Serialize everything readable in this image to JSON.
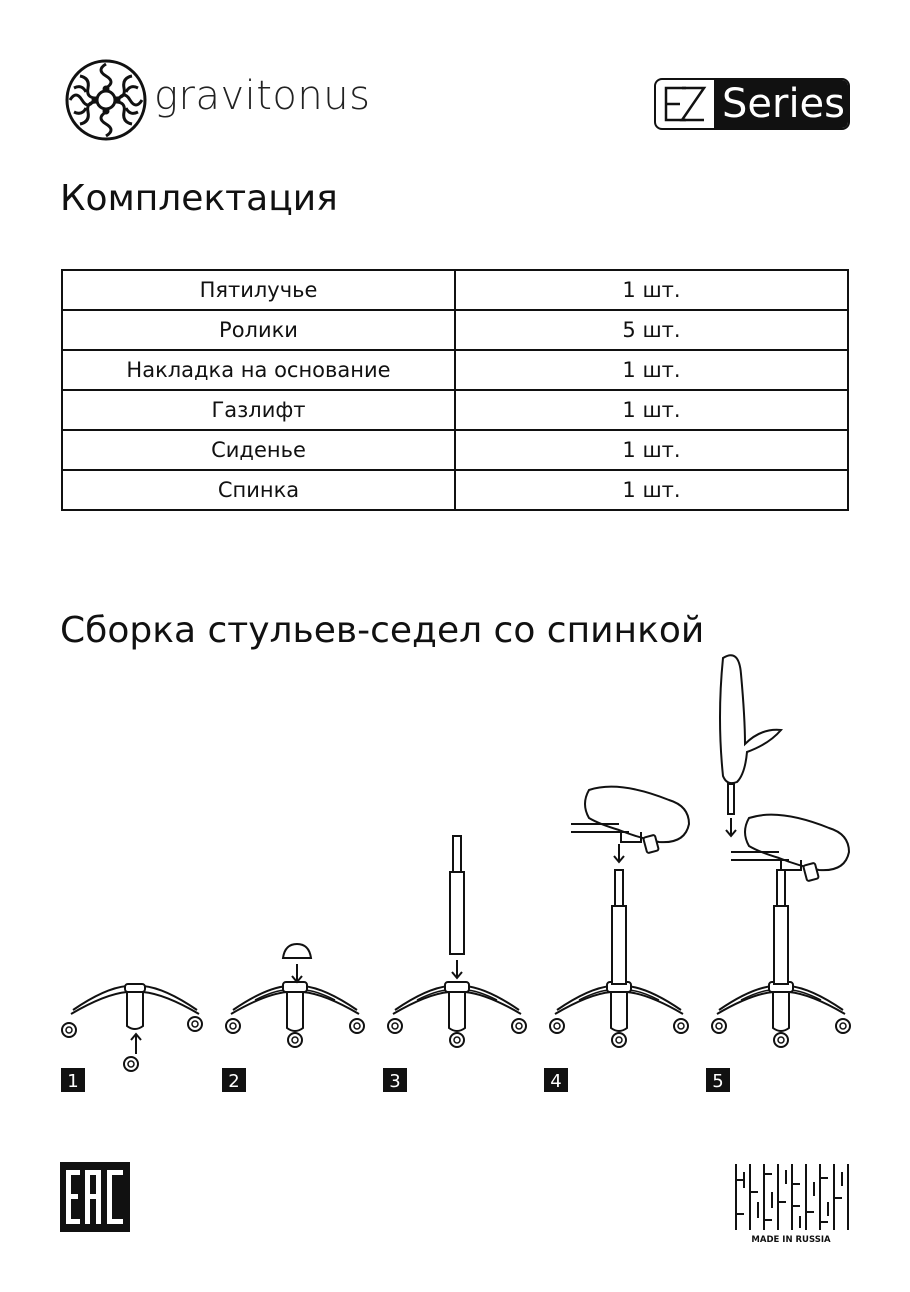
{
  "header": {
    "brand": "gravitonus",
    "series_prefix": "EZ",
    "series_label": "Series",
    "logo_icon": "gravitonus-maze-logo-icon"
  },
  "kit": {
    "title": "Комплектация",
    "rows": [
      {
        "name": "Пятилучье",
        "qty": "1 шт."
      },
      {
        "name": "Ролики",
        "qty": "5 шт."
      },
      {
        "name": "Накладка на основание",
        "qty": "1 шт."
      },
      {
        "name": "Газлифт",
        "qty": "1 шт."
      },
      {
        "name": "Сиденье",
        "qty": "1 шт."
      },
      {
        "name": "Спинка",
        "qty": "1 шт."
      }
    ]
  },
  "assembly": {
    "title": "Сборка стульев-седел со спинкой",
    "steps": [
      "1",
      "2",
      "3",
      "4",
      "5"
    ]
  },
  "footer": {
    "eac_mark": "EAC",
    "made_in": "MADE IN RUSSIA"
  }
}
